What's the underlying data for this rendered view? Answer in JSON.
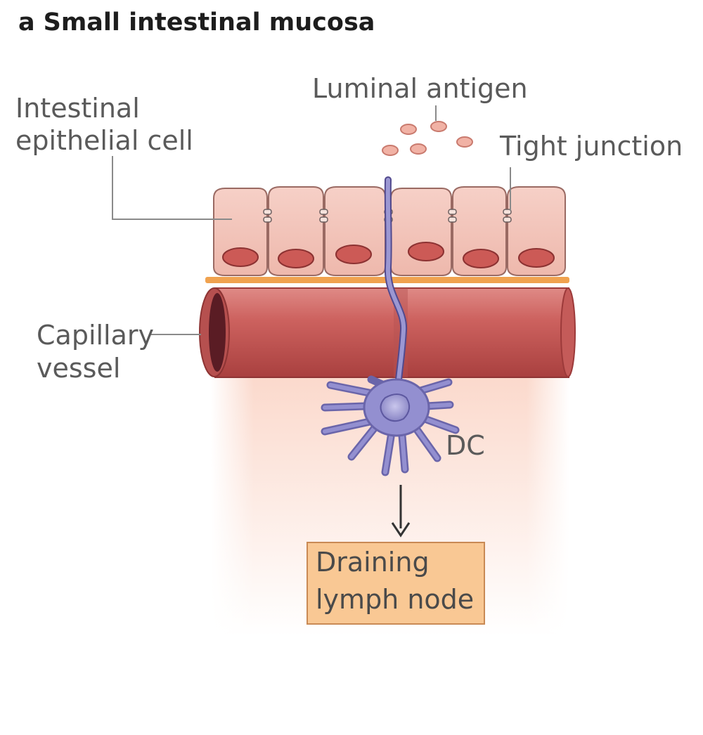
{
  "figure": {
    "panel_letter": "a",
    "title": "Small intestinal mucosa"
  },
  "labels": {
    "luminal_antigen": "Luminal antigen",
    "epithelial_cell_line1": "Intestinal",
    "epithelial_cell_line2": "epithelial cell",
    "tight_junction": "Tight junction",
    "capillary_line1": "Capillary",
    "capillary_line2": "vessel",
    "dc": "DC",
    "lymph_node_line1": "Draining",
    "lymph_node_line2": "lymph node"
  },
  "colors": {
    "epithelium": "#f2c2b8",
    "nucleus": "#cc5a56",
    "capillary": "#c8585a",
    "basement_membrane": "#f0a24f",
    "dendritic_cell": "#8e8ac8",
    "lamina_propria": "#fde6dc",
    "lymph_node_box": "#f9c894"
  }
}
